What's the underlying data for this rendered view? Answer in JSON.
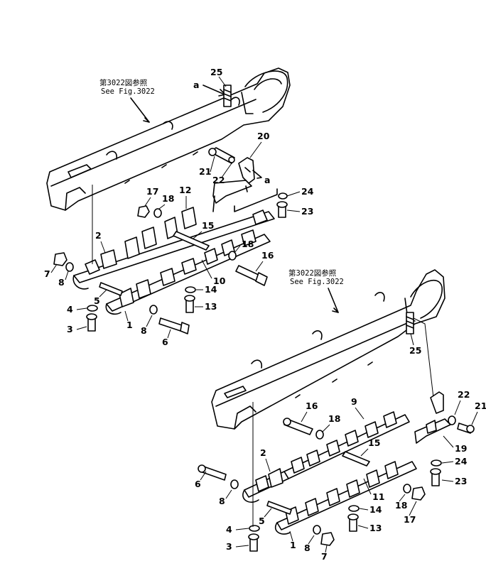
{
  "references": {
    "top": {
      "jp": "第3022図参照",
      "en": "See Fig.3022"
    },
    "bottom": {
      "jp": "第3022図参照",
      "en": "See Fig.3022"
    }
  },
  "view_marker": "a",
  "callouts": {
    "top": [
      "25",
      "21",
      "22",
      "20",
      "24",
      "23",
      "17",
      "18",
      "12",
      "2",
      "15",
      "7",
      "8",
      "18",
      "16",
      "5",
      "10",
      "14",
      "4",
      "8",
      "13",
      "3",
      "6",
      "1"
    ],
    "bottom": [
      "25",
      "22",
      "21",
      "16",
      "18",
      "9",
      "15",
      "19",
      "24",
      "2",
      "6",
      "8",
      "23",
      "11",
      "18",
      "17",
      "14",
      "4",
      "13",
      "3",
      "1",
      "8",
      "7",
      "5"
    ]
  }
}
